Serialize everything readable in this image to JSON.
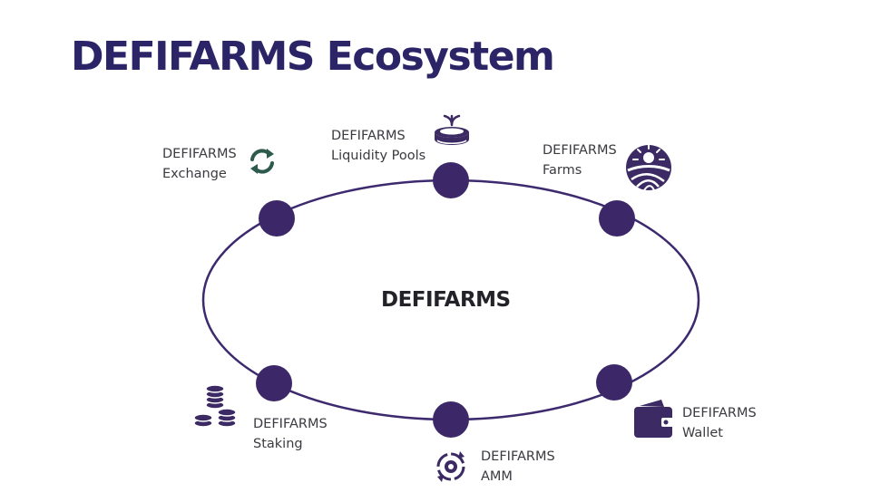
{
  "title": "DEFIFARMS Ecosystem",
  "center": "DEFIFARMS",
  "colors": {
    "title": "#2b2466",
    "ellipse": "#3d2a6e",
    "node": "#3c2868",
    "icon": "#3b2a63",
    "exchange_icon": "#2e5a4e"
  },
  "nodes": [
    {
      "id": "exchange",
      "line1": "DEFIFARMS",
      "line2": "Exchange",
      "icon": "exchange-arrows-icon"
    },
    {
      "id": "liquidity-pools",
      "line1": "DEFIFARMS",
      "line2": "Liquidity Pools",
      "icon": "fountain-pool-icon"
    },
    {
      "id": "farms",
      "line1": "DEFIFARMS",
      "line2": "Farms",
      "icon": "farm-field-sun-icon"
    },
    {
      "id": "wallet",
      "line1": "DEFIFARMS",
      "line2": "Wallet",
      "icon": "wallet-icon"
    },
    {
      "id": "amm",
      "line1": "DEFIFARMS",
      "line2": "AMM",
      "icon": "amm-cycle-icon"
    },
    {
      "id": "staking",
      "line1": "DEFIFARMS",
      "line2": "Staking",
      "icon": "coin-stacks-icon"
    }
  ]
}
